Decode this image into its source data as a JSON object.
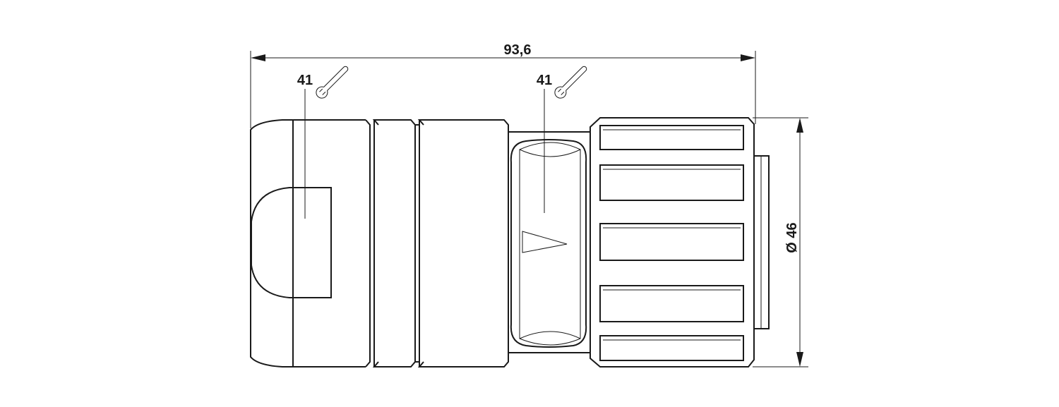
{
  "dimensions": {
    "overall_length": "93,6",
    "diameter": "Ø 46"
  },
  "callouts": [
    {
      "value": "41",
      "icon": "wrench-icon"
    },
    {
      "value": "41",
      "icon": "wrench-icon"
    }
  ],
  "colors": {
    "line": "#1a1a1a",
    "background": "#ffffff"
  }
}
